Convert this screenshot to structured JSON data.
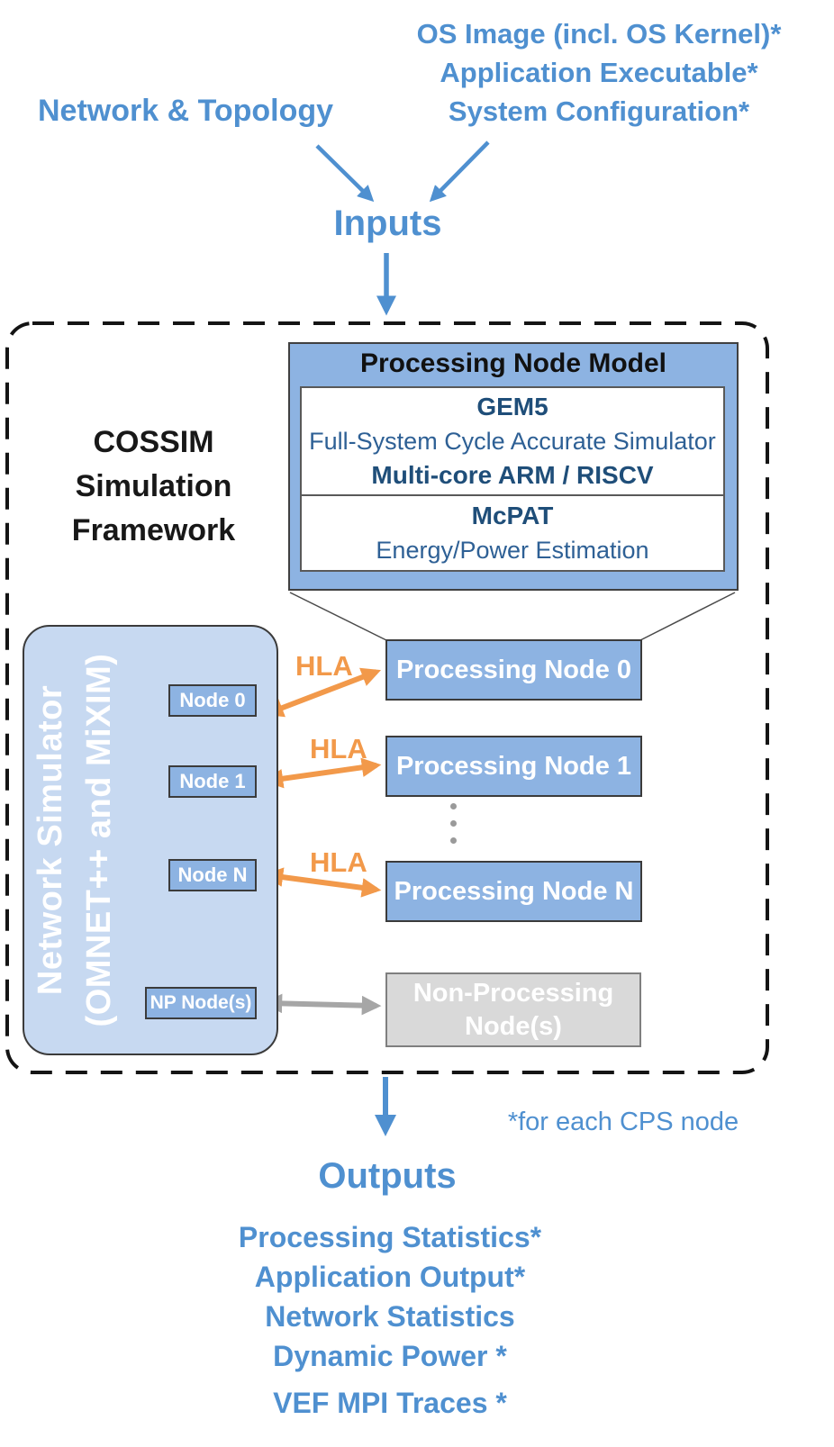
{
  "colors": {
    "blue_text": "#4f90d0",
    "navy_bold_text": "#1f4e79",
    "navy_regular_text": "#2e6095",
    "box_blue": "#8db3e2",
    "netsim_fill": "#c7d9f1",
    "orange": "#f2994a",
    "gray_fill": "#d9d9d9",
    "gray_border": "#7f7f7f",
    "gray_arrow": "#a6a6a6",
    "dashed_border": "#141414"
  },
  "inputs_section": {
    "left_label": "Network & Topology",
    "right_labels": [
      "OS Image (incl. OS Kernel)*",
      "Application Executable*",
      "System Configuration*"
    ],
    "hub_label": "Inputs"
  },
  "framework": {
    "label_lines": [
      "COSSIM",
      "Simulation",
      "Framework"
    ],
    "processing_node_model": {
      "title": "Processing Node Model",
      "gem5_name": "GEM5",
      "gem5_description": "Full-System Cycle Accurate Simulator",
      "gem5_cores": "Multi-core ARM / RISCV",
      "mcpat_name": "McPAT",
      "mcpat_description": "Energy/Power Estimation"
    },
    "network_simulator": {
      "title_line1": "Network Simulator",
      "title_line2": "(OMNET++ and MiXIM)",
      "node_labels": [
        "Node 0",
        "Node 1",
        "Node N",
        "NP Node(s)"
      ]
    },
    "hla_label": "HLA",
    "processing_nodes": [
      "Processing Node 0",
      "Processing Node 1",
      "Processing Node N"
    ],
    "non_processing_lines": [
      "Non-Processing",
      "Node(s)"
    ]
  },
  "outputs_section": {
    "footnote": "*for each CPS node",
    "hub_label": "Outputs",
    "items": [
      "Processing Statistics*",
      "Application Output*",
      "Network Statistics",
      "Dynamic Power *",
      "VEF MPI Traces *"
    ]
  }
}
